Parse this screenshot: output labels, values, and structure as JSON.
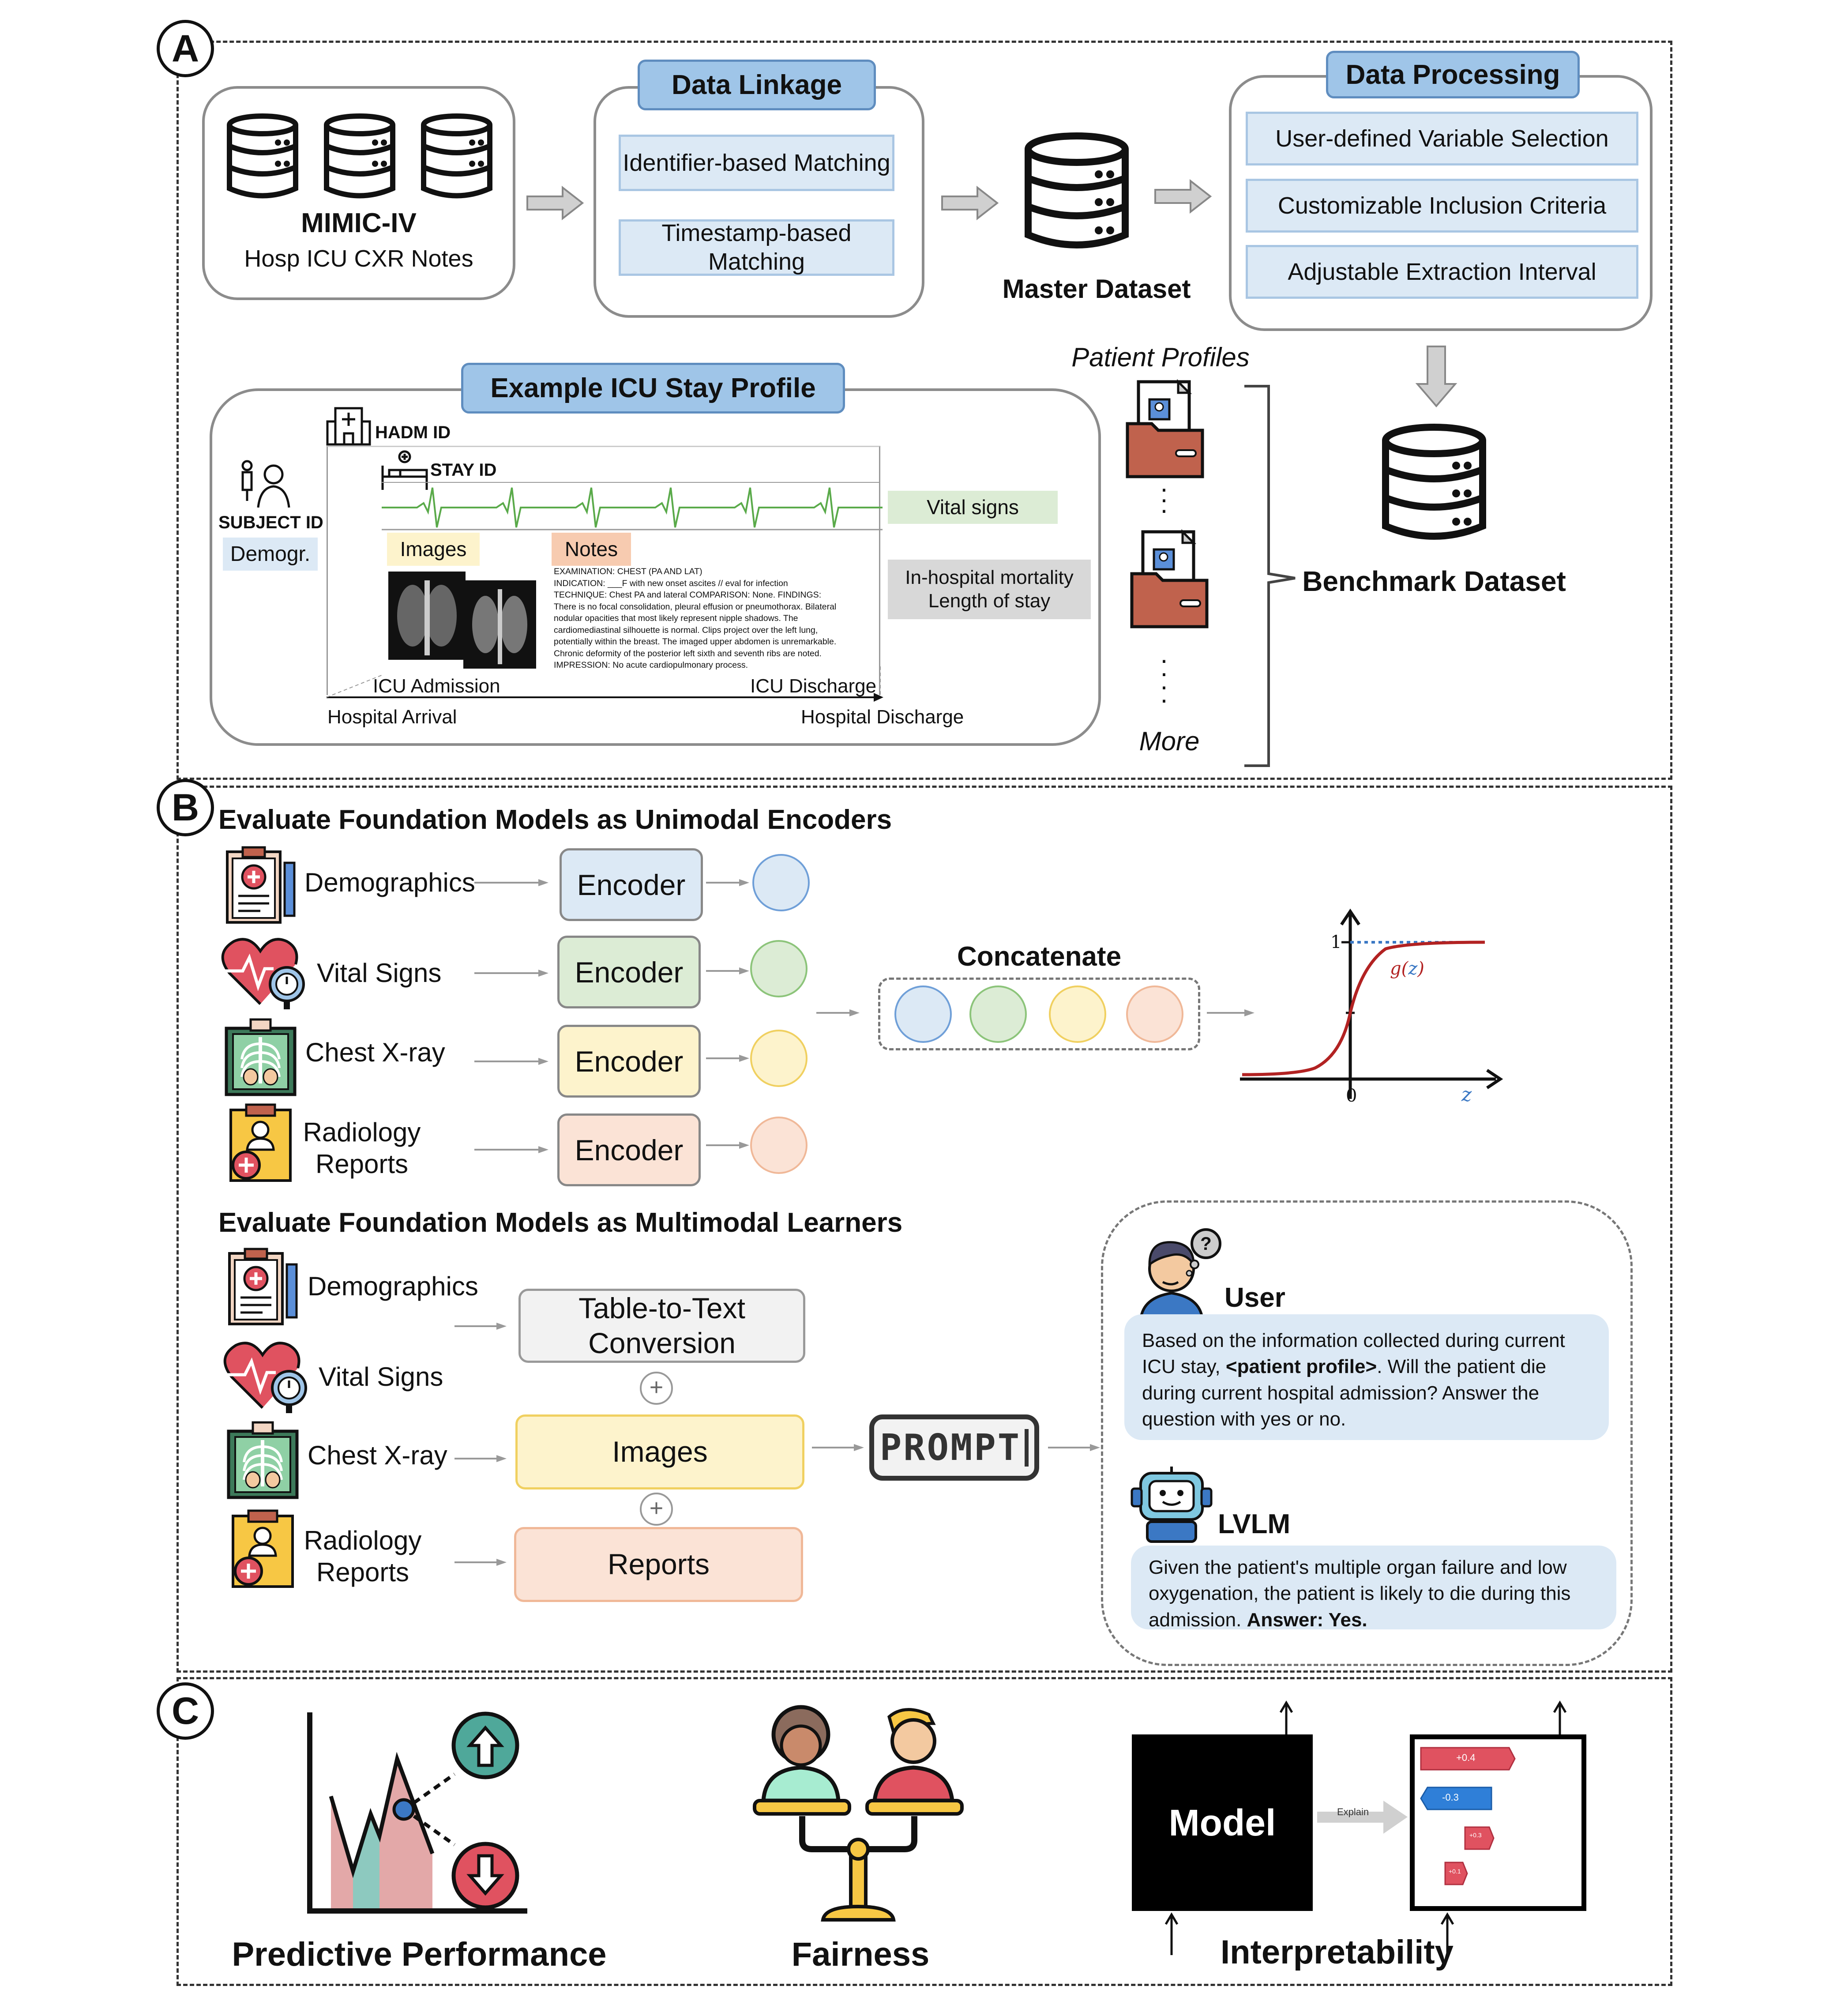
{
  "panels": {
    "a": "A",
    "b": "B",
    "c": "C"
  },
  "panel_a": {
    "mimic": {
      "title": "MIMIC-IV",
      "subtitle": "Hosp ICU CXR Notes"
    },
    "data_linkage": {
      "title": "Data Linkage",
      "items": [
        "Identifier-based Matching",
        "Timestamp-based Matching"
      ]
    },
    "master": "Master Dataset",
    "processing": {
      "title": "Data Processing",
      "items": [
        "User-defined Variable Selection",
        "Customizable Inclusion Criteria",
        "Adjustable Extraction Interval"
      ]
    },
    "profile": {
      "title": "Example ICU Stay Profile",
      "hadm": "HADM ID",
      "stay": "STAY ID",
      "subject": "SUBJECT ID",
      "demogr": "Demogr.",
      "images": "Images",
      "notes": "Notes",
      "vital": "Vital signs",
      "outcome1": "In-hospital mortality",
      "outcome2": "Length of stay",
      "icu_adm": "ICU Admission",
      "icu_dis": "ICU Discharge",
      "hosp_arr": "Hospital Arrival",
      "hosp_dis": "Hospital Discharge",
      "report_lines": [
        "EXAMINATION: CHEST (PA AND LAT)",
        "INDICATION: ___F with new onset ascites // eval for infection",
        "TECHNIQUE: Chest PA and lateral COMPARISON: None. FINDINGS:",
        "There is no focal consolidation, pleural effusion or pneumothorax. Bilateral",
        "nodular opacities that most likely represent nipple shadows. The",
        "cardiomediastinal silhouette is normal. Clips project over the left lung,",
        "potentially within the breast. The imaged upper abdomen is unremarkable.",
        "Chronic deformity of the posterior left sixth and seventh ribs are noted.",
        "IMPRESSION: No acute cardiopulmonary process."
      ]
    },
    "patient_profiles": "Patient Profiles",
    "more": "More",
    "benchmark": "Benchmark Dataset"
  },
  "panel_b": {
    "uni_title": "Evaluate Foundation Models as Unimodal Encoders",
    "modalities": [
      "Demographics",
      "Vital Signs",
      "Chest X-ray",
      "Radiology Reports"
    ],
    "encoder": "Encoder",
    "concat": "Concatenate",
    "sigmoid": {
      "one": "1",
      "zero": "0",
      "z": "z",
      "g": "g(",
      "gz": "z",
      "gend": ")"
    },
    "multi_title": "Evaluate Foundation Models as Multimodal Learners",
    "multi_boxes": [
      "Table-to-Text Conversion",
      "Images",
      "Reports"
    ],
    "plus": "+",
    "prompt": "PROMPT",
    "user": {
      "name": "User",
      "text_a": "Based on the information collected during current ICU stay, ",
      "text_b": "<patient profile>",
      "text_c": ". Will the patient die during current hospital admission? Answer the question with yes or no."
    },
    "lvlm": {
      "name": "LVLM",
      "text_a": "Given the patient's multiple organ failure and low oxygenation, the patient is likely to die during this admission. ",
      "text_b": "Answer: Yes."
    }
  },
  "panel_c": {
    "predictive": "Predictive Performance",
    "fairness": "Fairness",
    "interpretability": "Interpretability",
    "model": "Model",
    "explain": "Explain",
    "shap_values": [
      "+0.4",
      "-0.3",
      "+0.3",
      "+0.1"
    ]
  },
  "colors": {
    "tag_blue": "#9fc5e8",
    "light_blue": "#dce9f5",
    "enc_demo": "#dce9f5",
    "enc_vital": "#dcecd5",
    "enc_xray": "#fdf3cc",
    "enc_report": "#fbe3d6",
    "sigmoid_red": "#b22222",
    "shap_red": "#e05260",
    "shap_blue": "#2f7fd8"
  }
}
